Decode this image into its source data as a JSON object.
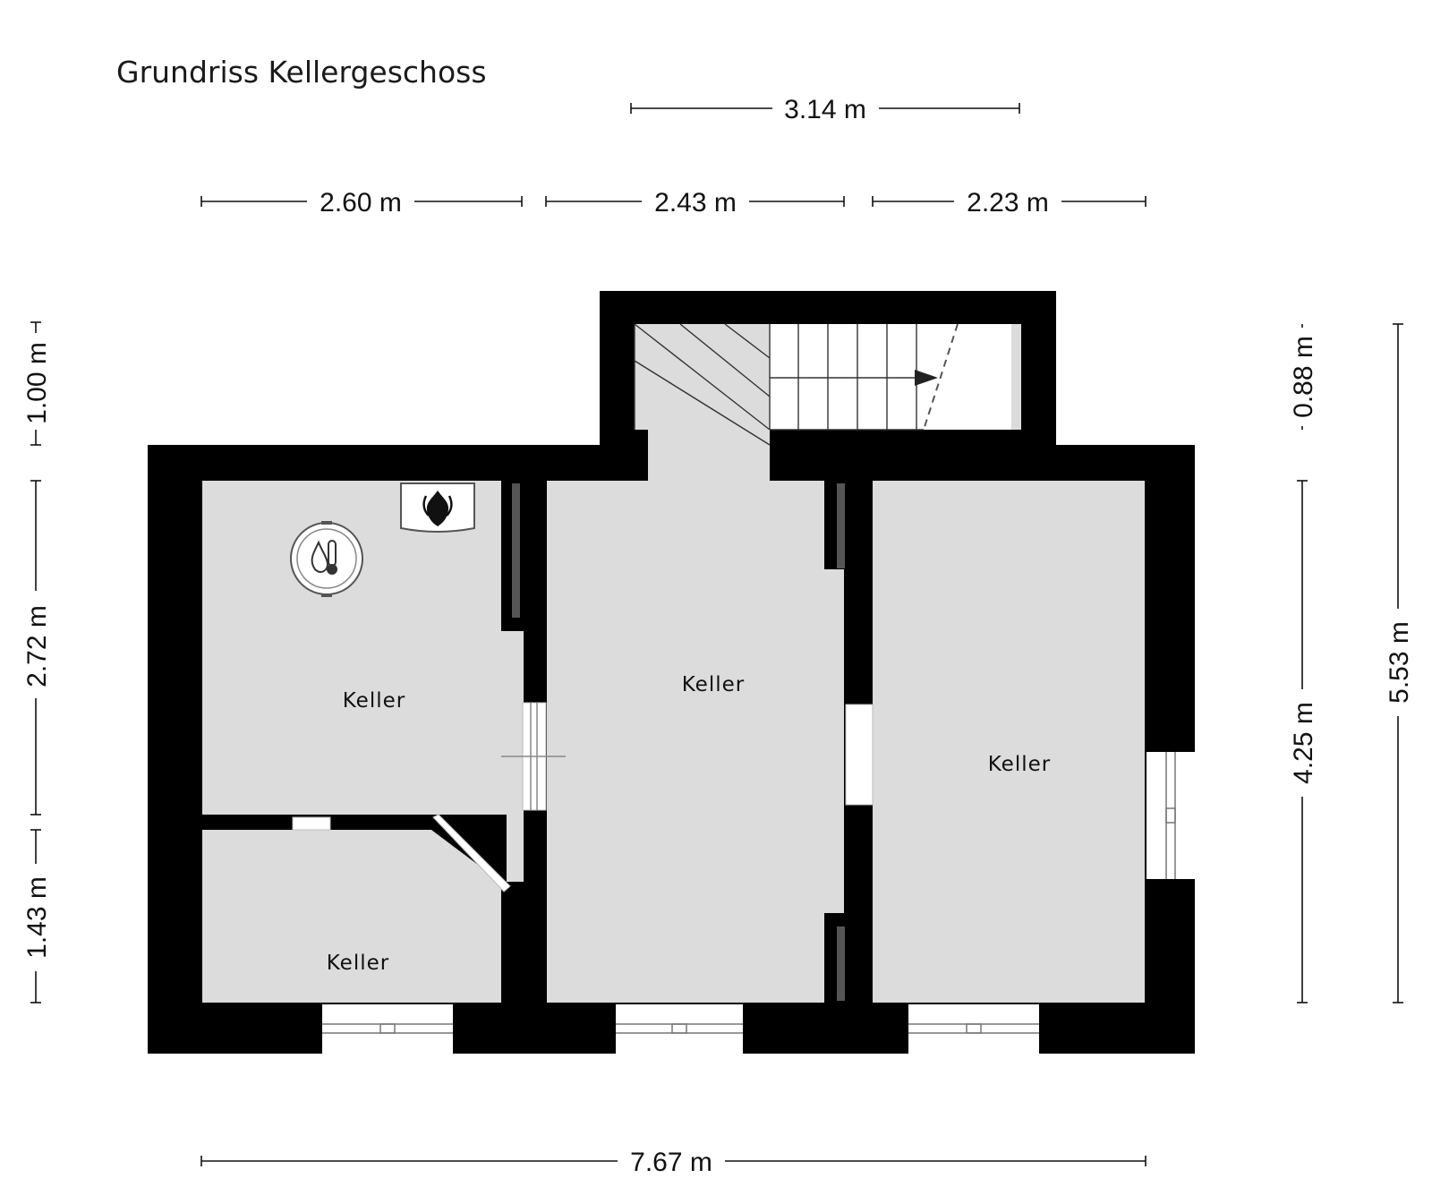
{
  "title": "Grundriss Kellergeschoss",
  "rooms": [
    {
      "label": "Keller"
    },
    {
      "label": "Keller"
    },
    {
      "label": "Keller"
    },
    {
      "label": "Keller"
    }
  ],
  "dimensions": {
    "top_overall": "3.14 m",
    "top_segments": [
      "2.60 m",
      "2.43 m",
      "2.23 m"
    ],
    "bottom_overall": "7.67 m",
    "left_segments": [
      "1.00 m",
      "2.72 m",
      "1.43 m"
    ],
    "right_inner": [
      "0.88 m",
      "4.25 m"
    ],
    "right_overall": "5.53 m"
  },
  "icons": [
    "boiler-thermostat-icon",
    "heating-flame-icon"
  ],
  "colors": {
    "wall": "#000000",
    "floor": "#dcdcdc",
    "opening": "#ffffff"
  }
}
